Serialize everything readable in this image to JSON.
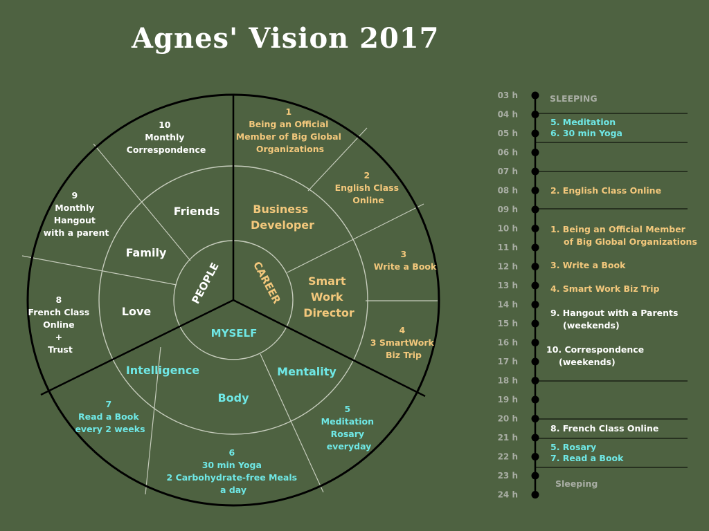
{
  "title": "Agnes' Vision 2017",
  "colors": {
    "background": "#4e6241",
    "career": "#f3c87c",
    "myself": "#6fe8e6",
    "people": "#ffffff",
    "hours": "#a9aea4",
    "lines": "#000000"
  },
  "wheel": {
    "core": {
      "career": "CAREER",
      "people": "PEOPLE",
      "myself": "MYSELF"
    },
    "areas": {
      "business_developer": [
        "Business",
        "Developer"
      ],
      "smart_work_director": [
        "Smart",
        "Work",
        "Director"
      ],
      "friends": [
        "Friends"
      ],
      "family": [
        "Family"
      ],
      "love": [
        "Love"
      ],
      "intelligence": [
        "Intelligence"
      ],
      "body": [
        "Body"
      ],
      "mentality": [
        "Mentality"
      ]
    },
    "goals": {
      "g1": [
        "1",
        "Being an Official",
        "Member of Big Global",
        "Organizations"
      ],
      "g2": [
        "2",
        "English Class",
        "Online"
      ],
      "g3": [
        "3",
        "Write a Book"
      ],
      "g4": [
        "4",
        "3 SmartWork",
        "Biz Trip"
      ],
      "g5": [
        "5",
        "Meditation",
        "Rosary",
        "everyday"
      ],
      "g6": [
        "6",
        "30 min Yoga",
        "2 Carbohydrate-free Meals",
        "a day"
      ],
      "g7": [
        "7",
        "Read a Book",
        "every 2 weeks"
      ],
      "g8": [
        "8",
        "French Class",
        "Online",
        "+",
        "Trust"
      ],
      "g9": [
        "9",
        "Monthly",
        "Hangout",
        "with a parent"
      ],
      "g10": [
        "10",
        "Monthly",
        "Correspondence"
      ]
    }
  },
  "timeline": {
    "hours": [
      "03 h",
      "04 h",
      "05 h",
      "06 h",
      "07 h",
      "08 h",
      "09 h",
      "10 h",
      "11 h",
      "12 h",
      "13 h",
      "14 h",
      "15 h",
      "16 h",
      "17 h",
      "18 h",
      "19 h",
      "20 h",
      "21 h",
      "22 h",
      "23 h",
      "24 h"
    ],
    "entries": {
      "sleeping_top": "SLEEPING",
      "meditation": "5. Meditation",
      "yoga": "6. 30 min Yoga",
      "english": "2. English Class Online",
      "official_1": "1.  Being an Official Member",
      "official_2": "of Big Global Organizations",
      "write_book": "3. Write a Book",
      "biz_trip": "4. Smart Work Biz Trip",
      "hangout_1": "9. Hangout with a Parents",
      "hangout_2": "(weekends)",
      "correspondence_1": "10. Correspondence",
      "correspondence_2": "(weekends)",
      "french": "8. French Class Online",
      "rosary": "5. Rosary",
      "read_book": "7. Read a Book",
      "sleeping_bottom": "Sleeping"
    }
  }
}
